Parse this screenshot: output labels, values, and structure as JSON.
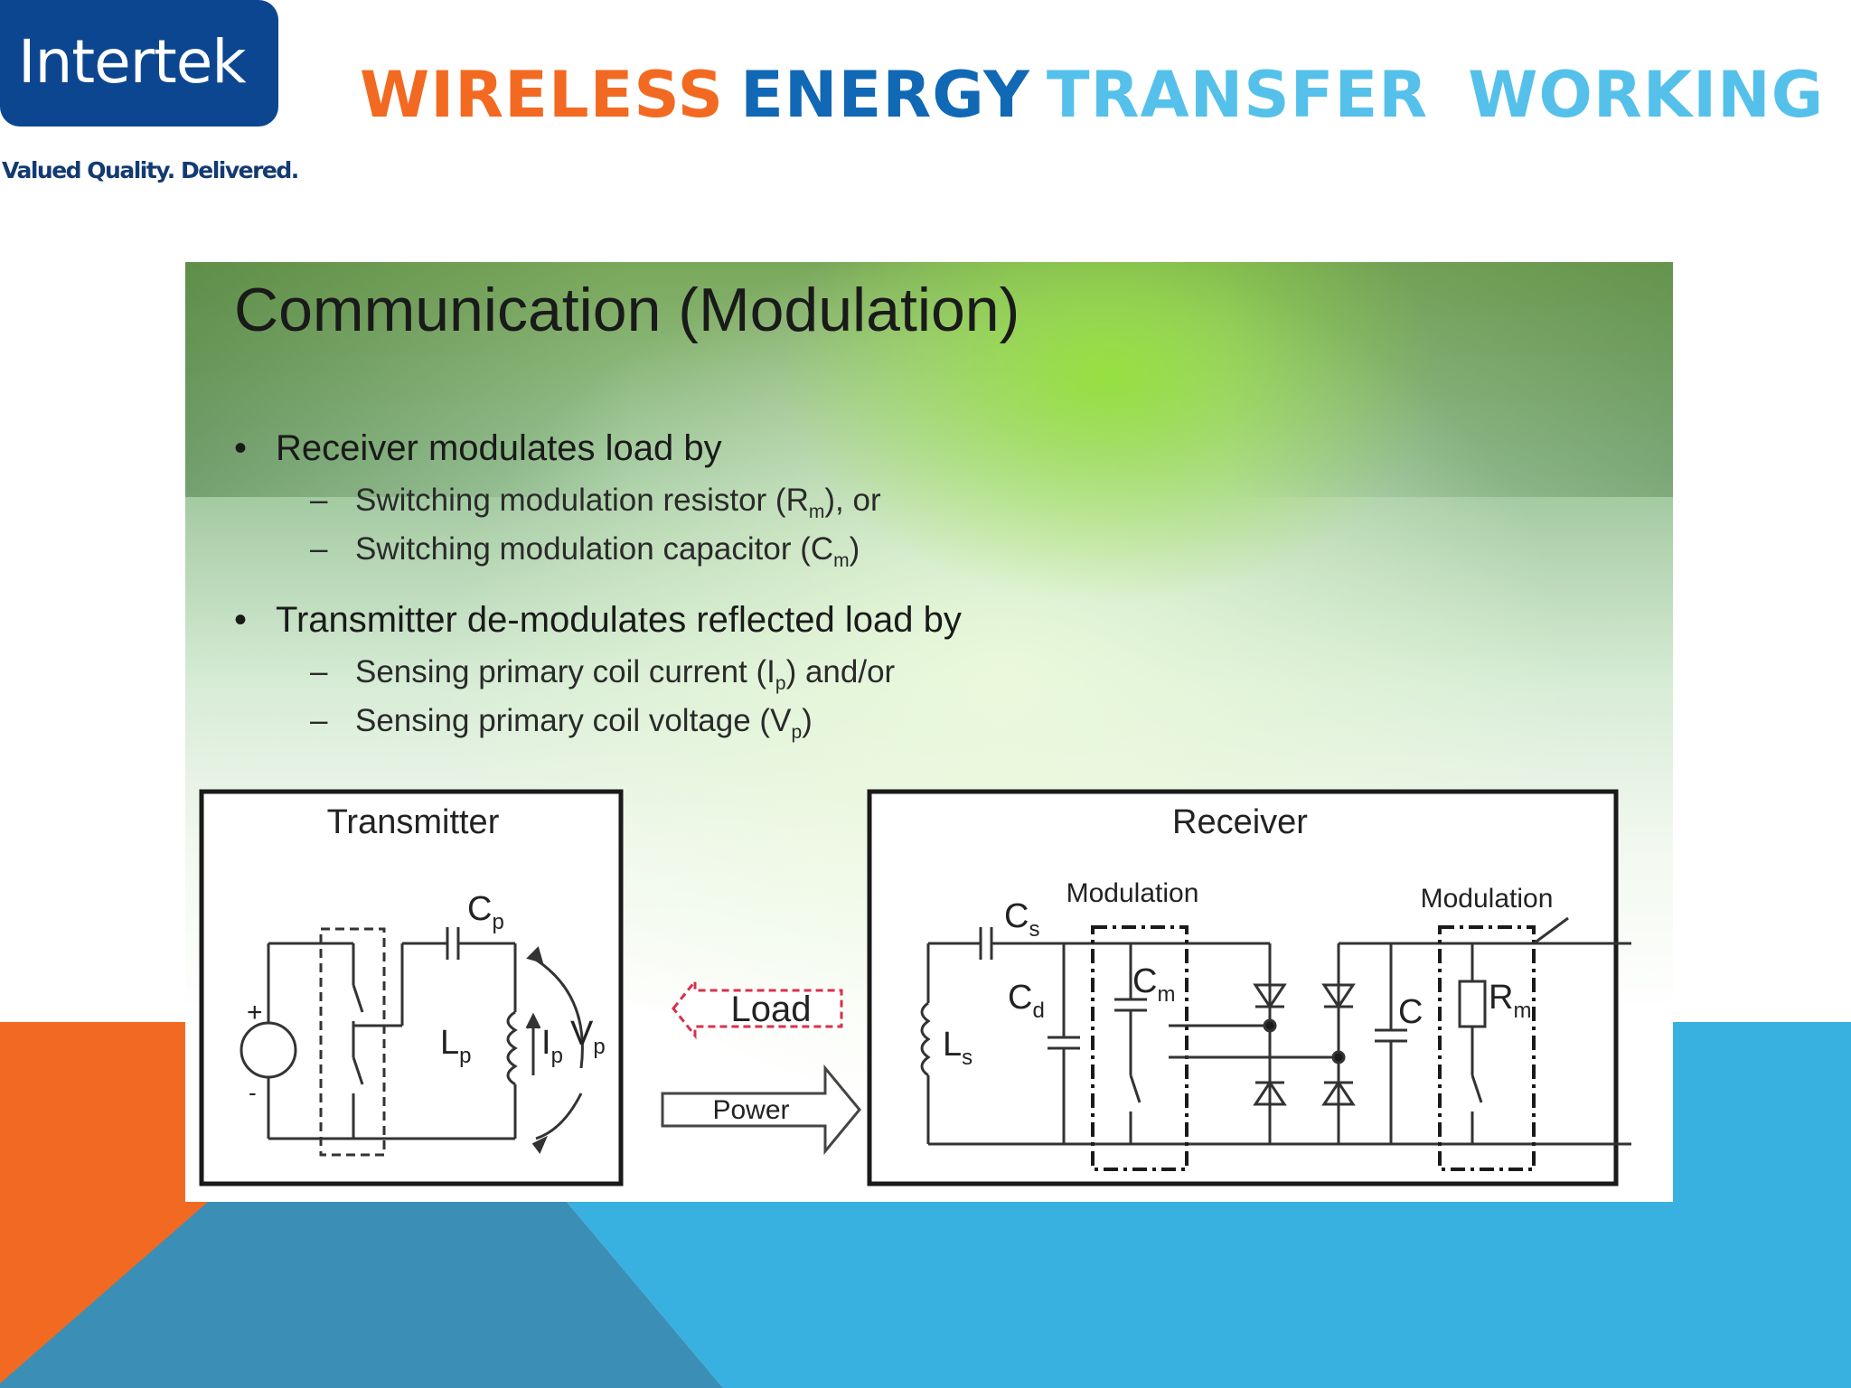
{
  "header": {
    "logo_text": "Intertek",
    "tagline": "Valued Quality. Delivered.",
    "title_parts": [
      "WIRELESS",
      "ENERGY",
      "TRANSFER",
      "WORKING"
    ]
  },
  "colors": {
    "orange": "#f26a21",
    "dark_blue": "#1168b5",
    "light_blue": "#55c1ea",
    "logo_blue": "#0d4690",
    "band_blue": "#39b1e0",
    "band_dark_blue": "#3b8fb6"
  },
  "slide": {
    "title": "Communication (Modulation)",
    "bullets": [
      {
        "text": "Receiver modulates load by",
        "subs": [
          {
            "pre": "Switching modulation resistor (R",
            "sub": "m",
            "post": "), or"
          },
          {
            "pre": "Switching modulation capacitor (C",
            "sub": "m",
            "post": ")"
          }
        ]
      },
      {
        "text": "Transmitter de-modulates reflected load by",
        "subs": [
          {
            "pre": "Sensing primary coil current (I",
            "sub": "p",
            "post": ") and/or"
          },
          {
            "pre": "Sensing primary coil voltage (V",
            "sub": "p",
            "post": ")"
          }
        ]
      }
    ],
    "diagram": {
      "transmitter_label": "Transmitter",
      "receiver_label": "Receiver",
      "load_label": "Load",
      "power_label": "Power",
      "modulation_label_1": "Modulation",
      "modulation_label_2": "Modulation",
      "components": {
        "cp": {
          "main": "C",
          "sub": "p"
        },
        "lp": {
          "main": "L",
          "sub": "p"
        },
        "ip": {
          "main": "I",
          "sub": "p"
        },
        "vp": {
          "main": "V",
          "sub": "p"
        },
        "cs": {
          "main": "C",
          "sub": "s"
        },
        "cd": {
          "main": "C",
          "sub": "d"
        },
        "cm": {
          "main": "C",
          "sub": "m"
        },
        "ls": {
          "main": "L",
          "sub": "s"
        },
        "c": {
          "main": "C",
          "sub": ""
        },
        "rm": {
          "main": "R",
          "sub": "m"
        },
        "plus": "+",
        "minus": "-"
      }
    }
  }
}
